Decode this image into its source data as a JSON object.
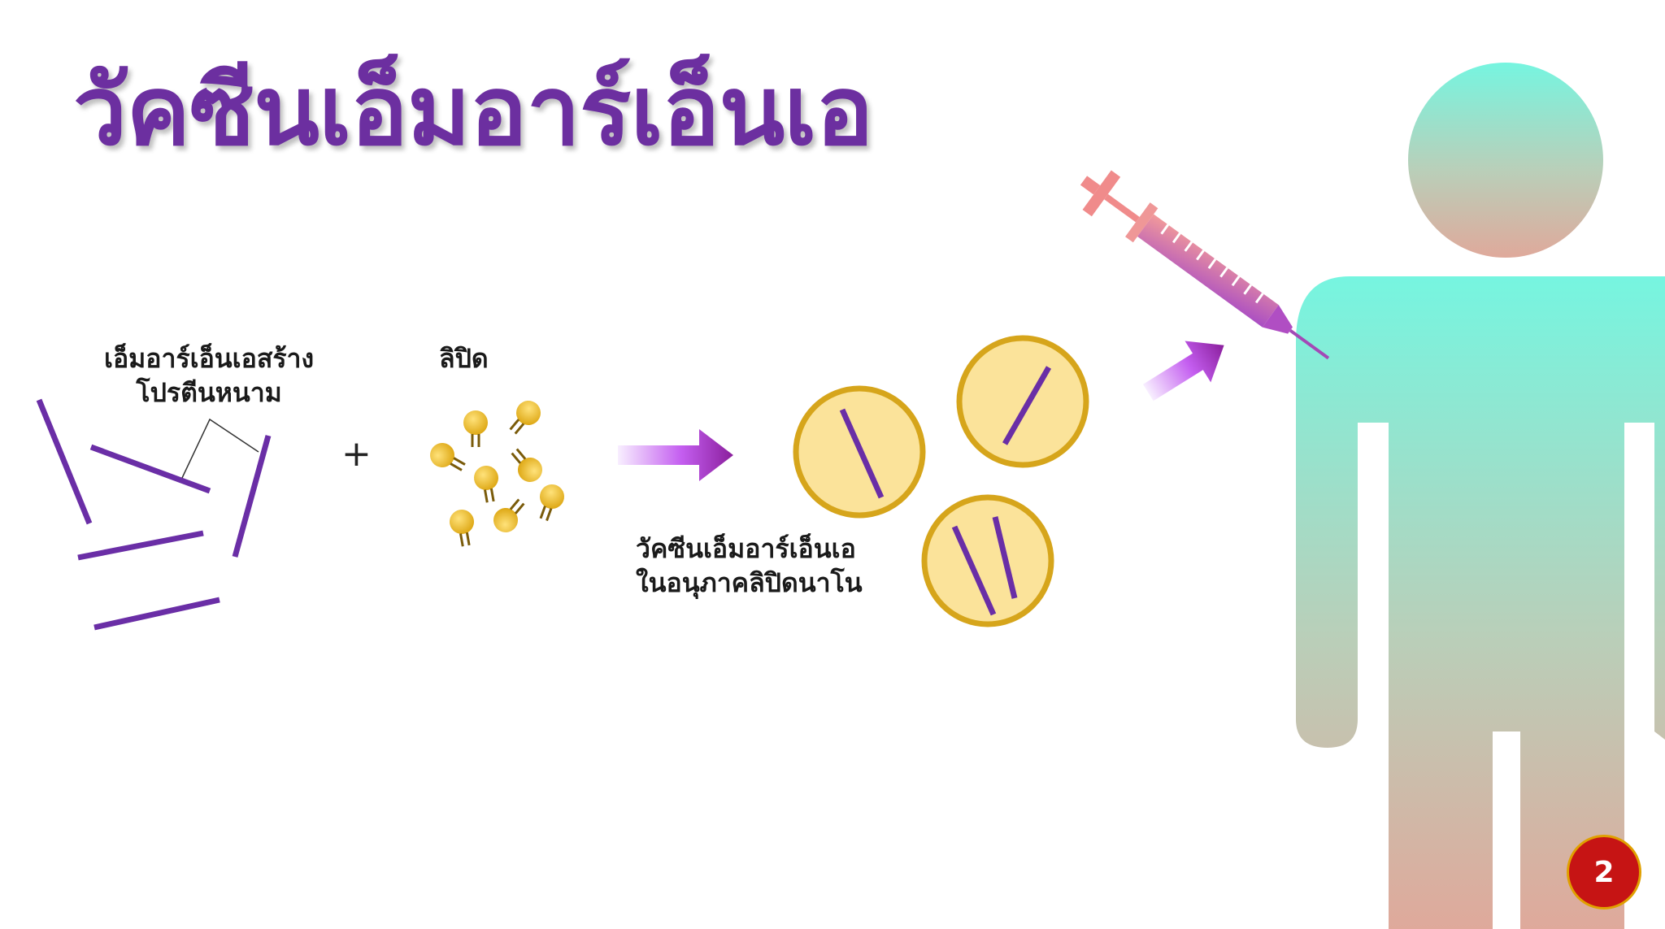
{
  "slide": {
    "title": "วัคซีนเอ็มอาร์เอ็นเอ",
    "page_number": "2"
  },
  "labels": {
    "mrna_line1": "เอ็มอาร์เอ็นเอสร้าง",
    "mrna_line2": "โปรตีนหนาม",
    "lipid": "ลิปิด",
    "plus": "+",
    "vaccine_line1": "วัคซีนเอ็มอาร์เอ็นเอ",
    "vaccine_line2": "ในอนุภาคลิปิดนาโน"
  },
  "colors": {
    "title": "#6c2fa0",
    "mrna_strand": "#6a2ea6",
    "lipid_gold": "#e8b81a",
    "nanoparticle_fill": "#fbe39a",
    "nanoparticle_ring": "#d6a51b",
    "arrow_start": "#f4e6ff",
    "arrow_end": "#8a1f9c",
    "person_top": "#76f5e0",
    "person_bottom": "#dfa99b",
    "syringe_start": "#ef9d9d",
    "syringe_end": "#b44fc0",
    "badge": "#c61414"
  },
  "icons": [
    "mrna-strand-icon",
    "lipid-molecule-icon",
    "lipid-nanoparticle-icon",
    "syringe-icon",
    "person-silhouette-icon",
    "gradient-arrow-icon"
  ]
}
